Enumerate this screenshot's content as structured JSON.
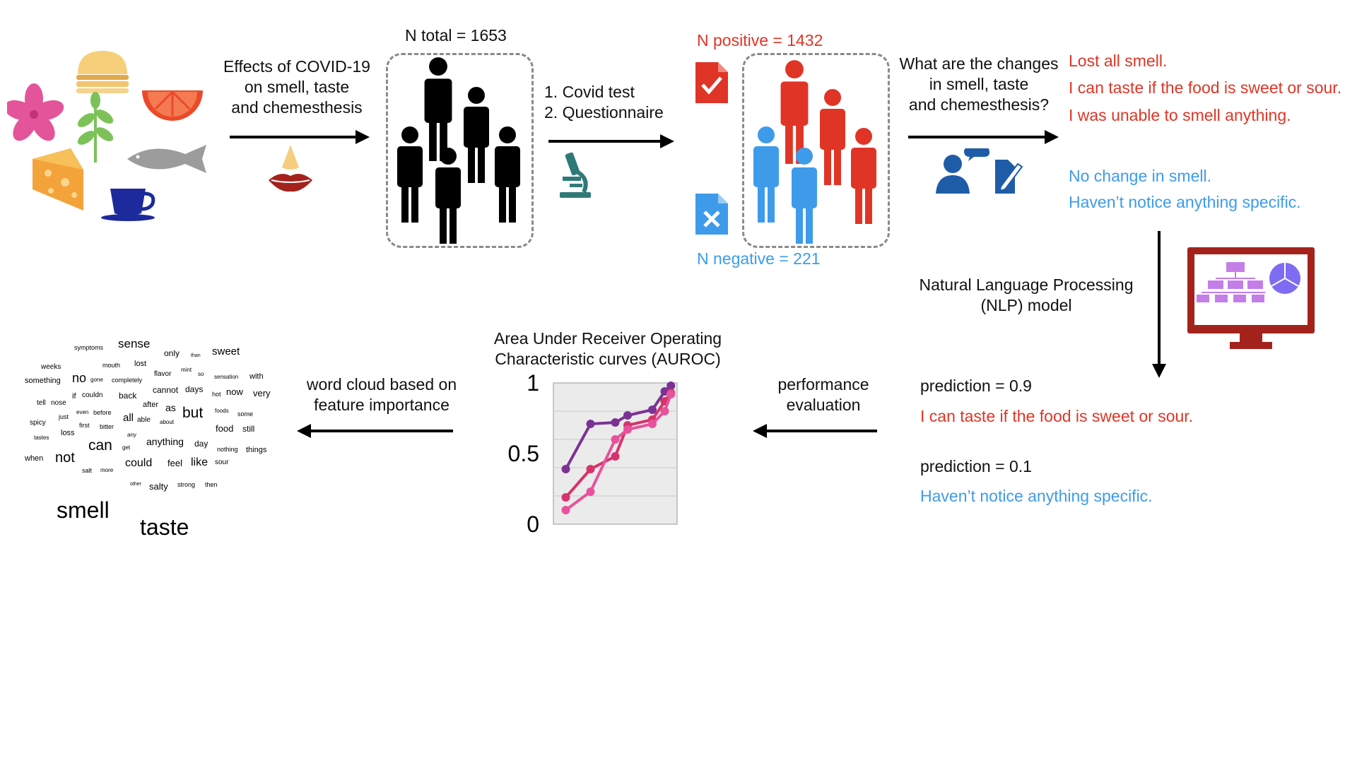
{
  "step1": {
    "lines": [
      "Effects of COVID-19",
      "on smell, taste",
      "and chemesthesis"
    ]
  },
  "cohort": {
    "total_label": "N total = 1653"
  },
  "step2": {
    "lines": [
      "1. Covid test",
      "2. Questionnaire"
    ]
  },
  "groups": {
    "positive_label": "N positive = 1432",
    "negative_label": "N negative = 221"
  },
  "step3": {
    "lines": [
      "What are the changes",
      "in smell, taste",
      "and chemesthesis?"
    ]
  },
  "responses": {
    "positive": [
      "Lost all smell.",
      "I can taste if the food is sweet or sour.",
      "I was unable to smell anything."
    ],
    "negative": [
      "No change in smell.",
      "Haven’t notice anything specific."
    ]
  },
  "nlp": {
    "lines": [
      "Natural Language Processing",
      "(NLP) model"
    ]
  },
  "predictions": [
    {
      "label": "prediction = 0.9",
      "text": "I can taste if the food is sweet or sour."
    },
    {
      "label": "prediction = 0.1",
      "text": "Haven’t notice anything specific."
    }
  ],
  "perf": {
    "lines": [
      "performance",
      "evaluation"
    ]
  },
  "auroc": {
    "title_lines": [
      "Area Under Receiver Operating",
      "Characteristic curves (AUROC)"
    ]
  },
  "wordcloud_caption": {
    "lines": [
      "word cloud based on",
      "feature importance"
    ]
  },
  "wordcloud": [
    {
      "w": "symptoms",
      "s": 9
    },
    {
      "w": "sense",
      "s": 17
    },
    {
      "w": "only",
      "s": 12
    },
    {
      "w": "than",
      "s": 7
    },
    {
      "w": "sweet",
      "s": 15
    },
    {
      "w": "weeks",
      "s": 10
    },
    {
      "w": "mouth",
      "s": 9
    },
    {
      "w": "lost",
      "s": 11
    },
    {
      "w": "mint",
      "s": 8
    },
    {
      "w": "flavor",
      "s": 10
    },
    {
      "w": "so",
      "s": 8
    },
    {
      "w": "sensation",
      "s": 8
    },
    {
      "w": "with",
      "s": 11
    },
    {
      "w": "something",
      "s": 11
    },
    {
      "w": "no",
      "s": 18
    },
    {
      "w": "gone",
      "s": 8
    },
    {
      "w": "completely",
      "s": 9
    },
    {
      "w": "cannot",
      "s": 12
    },
    {
      "w": "days",
      "s": 12
    },
    {
      "w": "hot",
      "s": 9
    },
    {
      "w": "now",
      "s": 13
    },
    {
      "w": "very",
      "s": 13
    },
    {
      "w": "if",
      "s": 11
    },
    {
      "w": "couldn",
      "s": 10
    },
    {
      "w": "back",
      "s": 12
    },
    {
      "w": "tell",
      "s": 10
    },
    {
      "w": "nose",
      "s": 10
    },
    {
      "w": "after",
      "s": 11
    },
    {
      "w": "as",
      "s": 14
    },
    {
      "w": "foods",
      "s": 8
    },
    {
      "w": "some",
      "s": 9
    },
    {
      "w": "even",
      "s": 8
    },
    {
      "w": "before",
      "s": 9
    },
    {
      "w": "but",
      "s": 21
    },
    {
      "w": "just",
      "s": 9
    },
    {
      "w": "all",
      "s": 15
    },
    {
      "w": "able",
      "s": 10
    },
    {
      "w": "about",
      "s": 8
    },
    {
      "w": "spicy",
      "s": 10
    },
    {
      "w": "first",
      "s": 9
    },
    {
      "w": "bitter",
      "s": 9
    },
    {
      "w": "food",
      "s": 13
    },
    {
      "w": "still",
      "s": 12
    },
    {
      "w": "loss",
      "s": 11
    },
    {
      "w": "any",
      "s": 8
    },
    {
      "w": "tastes",
      "s": 8
    },
    {
      "w": "anything",
      "s": 14
    },
    {
      "w": "day",
      "s": 12
    },
    {
      "w": "can",
      "s": 21
    },
    {
      "w": "get",
      "s": 8
    },
    {
      "w": "nothing",
      "s": 9
    },
    {
      "w": "things",
      "s": 11
    },
    {
      "w": "when",
      "s": 11
    },
    {
      "w": "not",
      "s": 20
    },
    {
      "w": "could",
      "s": 16
    },
    {
      "w": "feel",
      "s": 13
    },
    {
      "w": "like",
      "s": 16
    },
    {
      "w": "sour",
      "s": 10
    },
    {
      "w": "salt",
      "s": 9
    },
    {
      "w": "more",
      "s": 8
    },
    {
      "w": "other",
      "s": 7
    },
    {
      "w": "salty",
      "s": 13
    },
    {
      "w": "strong",
      "s": 9
    },
    {
      "w": "then",
      "s": 9
    },
    {
      "w": "smell",
      "s": 32
    },
    {
      "w": "taste",
      "s": 32
    }
  ],
  "chart_data": {
    "type": "line",
    "title": "",
    "xlim": [
      0,
      1
    ],
    "ylim": [
      0,
      1
    ],
    "xticks": [
      "0",
      "0.5",
      "1"
    ],
    "yticks": [
      "0",
      "0.5",
      "1"
    ],
    "grid": true,
    "series": [
      {
        "color": "#7b3294",
        "x": [
          0.1,
          0.3,
          0.5,
          0.6,
          0.8,
          0.9,
          0.95
        ],
        "y": [
          0.39,
          0.71,
          0.72,
          0.77,
          0.81,
          0.94,
          0.98
        ]
      },
      {
        "color": "#d6336c",
        "x": [
          0.1,
          0.3,
          0.5,
          0.6,
          0.8,
          0.9,
          0.95
        ],
        "y": [
          0.19,
          0.39,
          0.48,
          0.7,
          0.74,
          0.87,
          0.93
        ]
      },
      {
        "color": "#e8529c",
        "x": [
          0.1,
          0.3,
          0.5,
          0.6,
          0.8,
          0.9,
          0.95
        ],
        "y": [
          0.1,
          0.23,
          0.6,
          0.67,
          0.71,
          0.8,
          0.92
        ]
      }
    ]
  },
  "colors": {
    "positive": "#e03526",
    "negative": "#3e9bea",
    "monitor": "#a3231c",
    "person_icon": "#1f5ca8"
  }
}
